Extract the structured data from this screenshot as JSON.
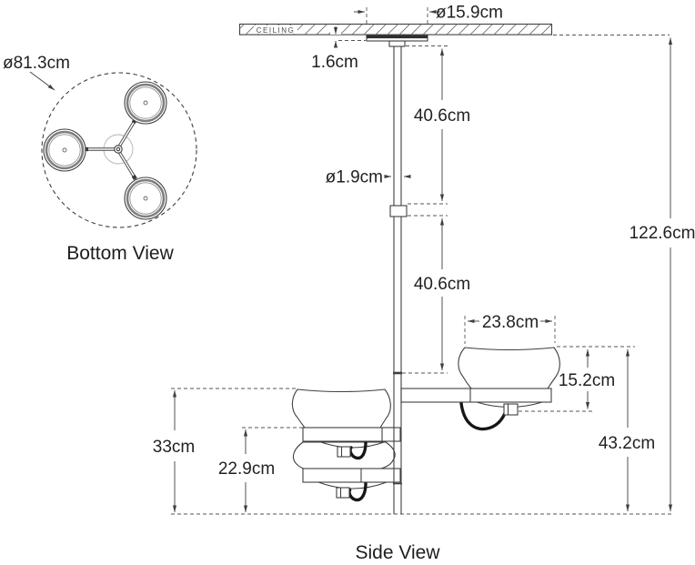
{
  "views": {
    "bottom": {
      "caption": "Bottom View",
      "fixture_diameter": "ø81.3cm"
    },
    "side": {
      "caption": "Side View",
      "ceiling_label": "CEILING",
      "canopy_diameter": "ø15.9cm",
      "canopy_thickness": "1.6cm",
      "rod_upper_length": "40.6cm",
      "rod_diameter": "ø1.9cm",
      "rod_lower_length": "40.6cm",
      "overall_height": "122.6cm",
      "shade_diameter": "23.8cm",
      "shade_height": "15.2cm",
      "upper_shade_drop": "43.2cm",
      "left_cluster_height": "33cm",
      "left_lower_drop": "22.9cm"
    }
  },
  "colors": {
    "background": "#ffffff",
    "line": "#3f3f3f",
    "text": "#231f20",
    "dashed_line": "#555555",
    "shade_ring": "#7f7f7f"
  }
}
